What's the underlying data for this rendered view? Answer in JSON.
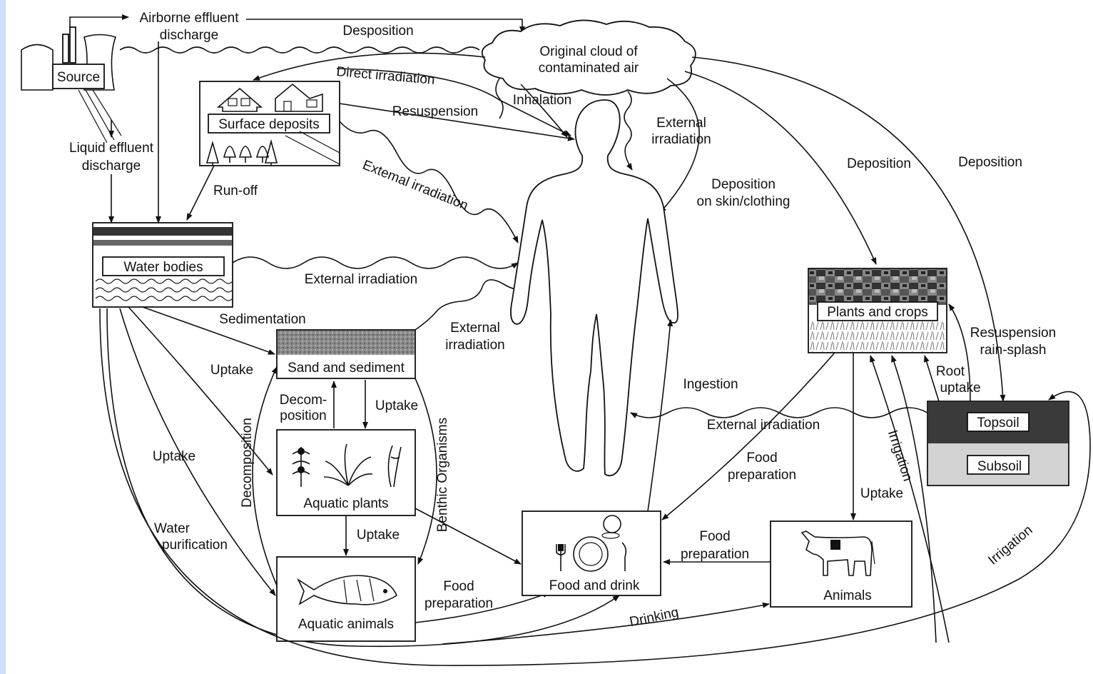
{
  "nodes": {
    "source": "Source",
    "surface_deposits": "Surface deposits",
    "cloud_line1": "Original cloud of",
    "cloud_line2": "contaminated air",
    "water_bodies": "Water bodies",
    "sand_sediment": "Sand and sediment",
    "aquatic_plants": "Aquatic plants",
    "aquatic_animals": "Aquatic animals",
    "food_drink": "Food and drink",
    "animals": "Animals",
    "plants_crops": "Plants and crops",
    "topsoil": "Topsoil",
    "subsoil": "Subsoil"
  },
  "pathways": {
    "airborne_1": "Airborne effluent",
    "airborne_2": "discharge",
    "liquid_1": "Liquid effluent",
    "liquid_2": "discharge",
    "desposition": "Desposition",
    "direct_irradiation": "Direct irradiation",
    "inhalation": "Inhalation",
    "resuspension": "Resuspension",
    "external_irr_cloud_1": "External",
    "external_irr_cloud_2": "irradiation",
    "external_irr_surface": "Extemal irradiation",
    "deposition_skin_1": "Deposition",
    "deposition_skin_2": "on skin/clothing",
    "deposition_crops": "Deposition",
    "deposition_soil": "Deposition",
    "run_off": "Run-off",
    "external_irr_water": "External irradiation",
    "sedimentation": "Sedimentation",
    "external_irr_sand_1": "External",
    "external_irr_sand_2": "irradiation",
    "uptake_water_plants": "Uptake",
    "decom_1": "Decom-",
    "decom_2": "position",
    "uptake_sand_plants": "Uptake",
    "decomposition": "Decomposition",
    "benthic": "Benthic Organisms",
    "uptake_water_animals": "Uptake",
    "water_purif_1": "Water",
    "water_purif_2": "purification",
    "uptake_plants_animals": "Uptake",
    "food_prep_aquatic_1": "Food",
    "food_prep_aquatic_2": "preparation",
    "ingestion": "Ingestion",
    "external_irr_soil": "External irradiation",
    "food_prep_crops_1": "Food",
    "food_prep_crops_2": "preparation",
    "food_prep_animals_1": "Food",
    "food_prep_animals_2": "preparation",
    "drinking": "Drinking",
    "uptake_crops_animals": "Uptake",
    "irrigation_1": "Irrigation",
    "irrigation_2": "Irrigation",
    "root_1": "Root",
    "root_2": "uptake",
    "resusp_rain_1": "Resuspension",
    "resusp_rain_2": "rain-splash"
  }
}
